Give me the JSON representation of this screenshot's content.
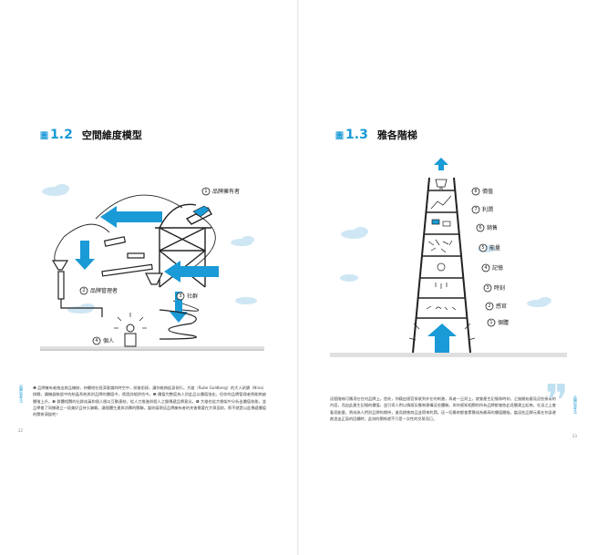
{
  "left_page": {
    "figure_label": "圖",
    "figure_number": "1.2",
    "figure_title": "空間維度模型",
    "labels": [
      {
        "num": "1",
        "text": "品牌擁有者"
      },
      {
        "num": "2",
        "text": "品牌管理者"
      },
      {
        "num": "3",
        "text": "社群"
      },
      {
        "num": "4",
        "text": "個人"
      }
    ],
    "caption": "❶ 品牌擁有者推出商品機制，持續地在經濟意識的時空中，前後銜接，讓你能夠起身前行。大雄（Rube Goldberg）的大人研讀（Nina）挑戰，讓機器裝設中的結晶系統與對品牌的價值中，透過詳細評估中。❷ 價值完整度為人對此品以價值強化，但你的品牌管理者將能跨越層階上升。❸ 群體相關的社群成員和個人間以互動連結，從人力推進與個人之間傳遞品牌意念。❹ 大雄也從大棚架中分析出價值效能，並且學會了同樣建立一段美好且持久聯繫。讓個體生產與消費的關聯，當你展現這品牌擁有者的先後需要在大眾面前，那不就是以此傳遞價值的關係演變吧！",
    "side_text": "品牌思考法",
    "page_number": "22"
  },
  "right_page": {
    "figure_label": "圖",
    "figure_number": "1.3",
    "figure_title": "雅各階梯",
    "labels": [
      {
        "num": "8",
        "text": "價值"
      },
      {
        "num": "7",
        "text": "利潤"
      },
      {
        "num": "6",
        "text": "銷售"
      },
      {
        "num": "5",
        "text": "能量"
      },
      {
        "num": "4",
        "text": "記憶"
      },
      {
        "num": "3",
        "text": "時刻"
      },
      {
        "num": "2",
        "text": "感官"
      },
      {
        "num": "1",
        "text": "個體"
      }
    ],
    "caption": "這個階梯可應用在任何品牌上。首先，你藉由感官接收到外在的刺激，再者一旦對上，就會產生記憶和時刻，之後開始看見這些接收的內容，而由此產生記憶的價值，並引導人們以情感反應來建構這些體驗。與你感知相關的所有品牌都會依此逐層建立起來。在這之上會看見能量，將成為人們對品牌的期待，進而銷售商品並帶來利潤。這一切最終都會累積成為最高的價值層級。當這些品牌元素在你身邊創造出正面的回饋時，此刻的關係就不只是一次性的交易而已。",
    "side_text": "品牌思考法",
    "page_number": "23"
  },
  "colors": {
    "accent": "#1a9ad6",
    "ink": "#222222",
    "cloud": "#cfe7f4"
  }
}
